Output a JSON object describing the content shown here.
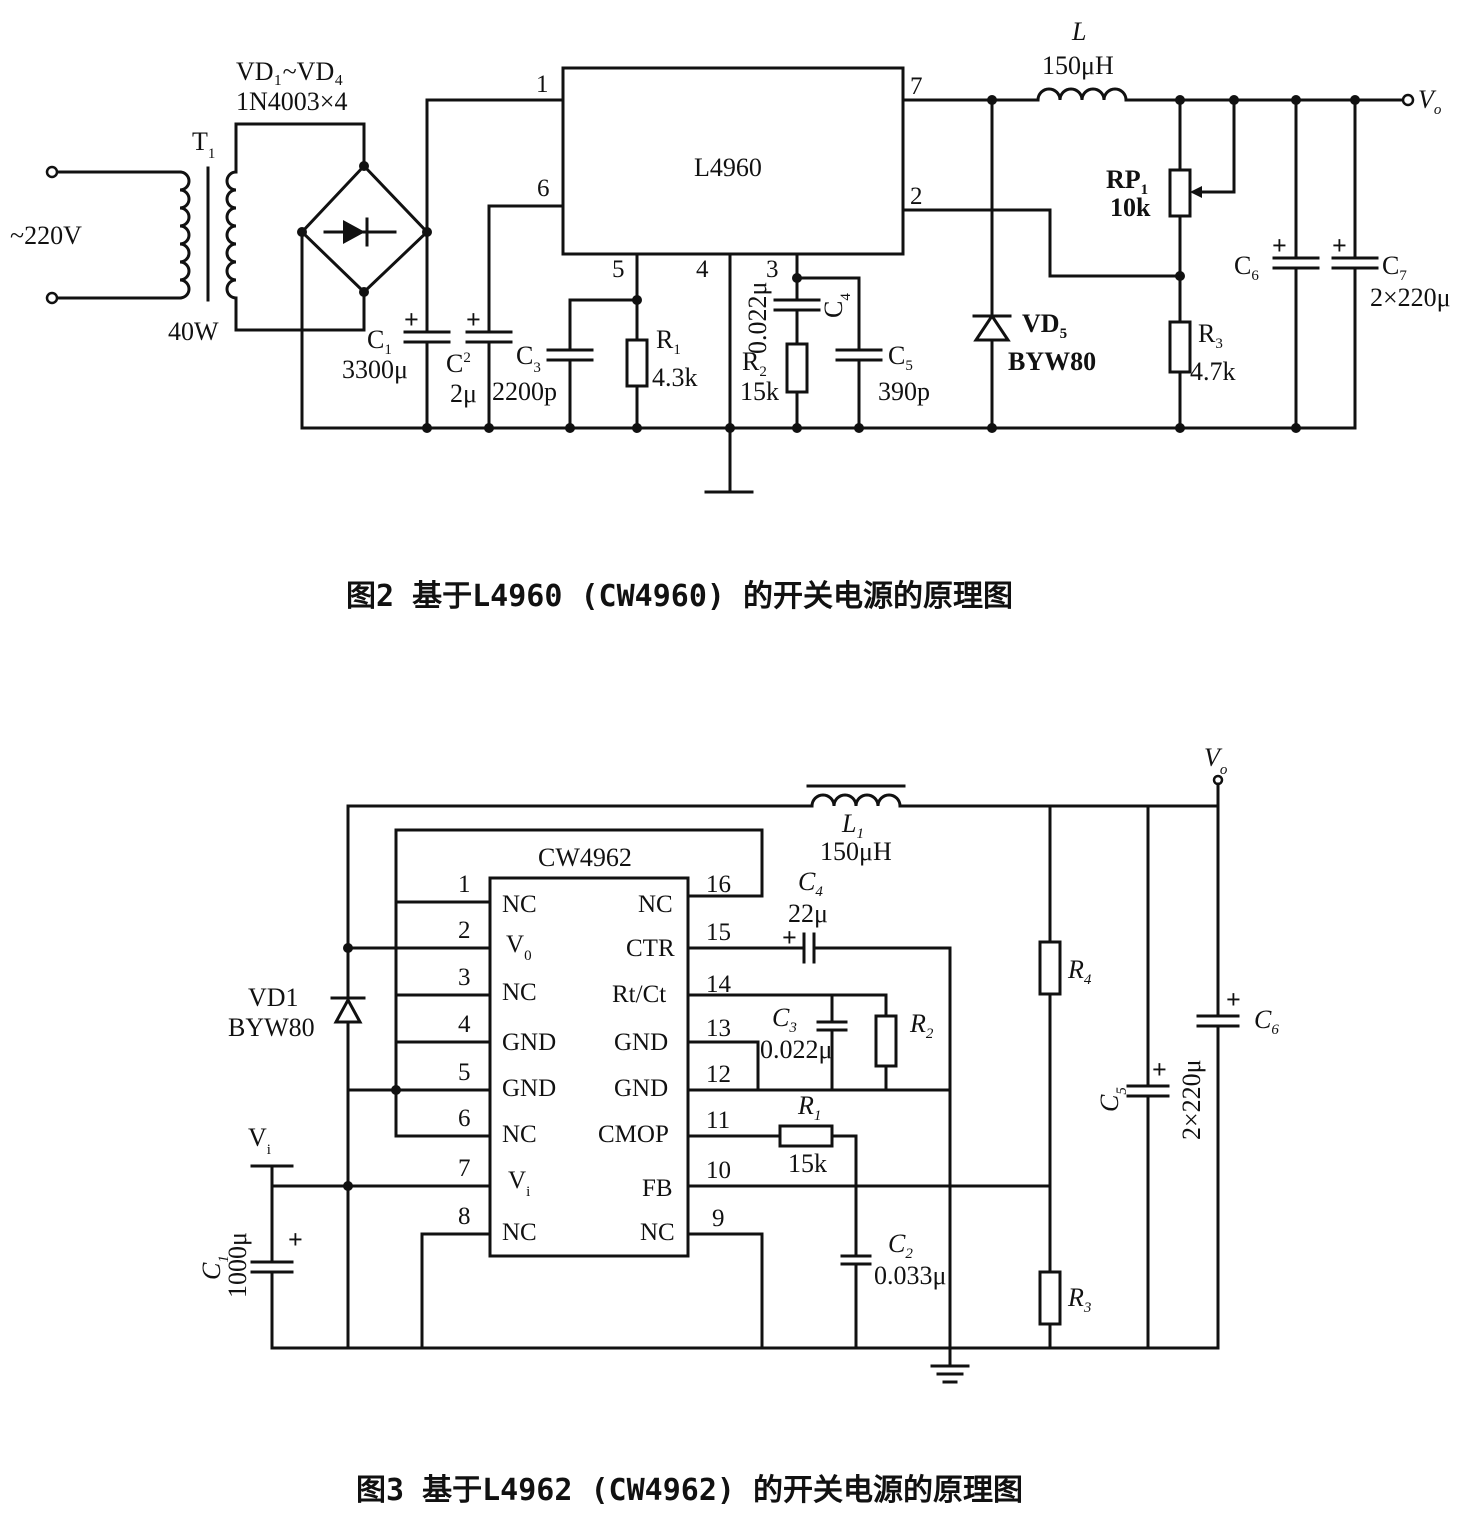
{
  "figure2": {
    "caption": "图2  基于L4960 (CW4960) 的开关电源的原理图",
    "ic_name": "L4960",
    "pins": [
      "1",
      "6",
      "5",
      "4",
      "3",
      "7",
      "2"
    ],
    "input_voltage": "~220V",
    "transformer": {
      "ref": "T",
      "ref_sub": "1",
      "power": "40W"
    },
    "bridge": {
      "ref": "VD₁~VD₄",
      "value": "1N4003×4"
    },
    "C1": {
      "ref": "C",
      "sub": "1",
      "value": "3300μ"
    },
    "C2": {
      "ref": "C",
      "sub": "2",
      "value": "2μ"
    },
    "C3": {
      "ref": "C",
      "sub": "3",
      "value": "2200p"
    },
    "R1": {
      "ref": "R",
      "sub": "1",
      "value": "4.3k"
    },
    "C4": {
      "ref": "C",
      "sub": "4",
      "value": "0.022μ"
    },
    "R2": {
      "ref": "R",
      "sub": "2",
      "value": "15k"
    },
    "C5": {
      "ref": "C",
      "sub": "5",
      "value": "390p"
    },
    "L": {
      "ref": "L",
      "value": "150μH"
    },
    "VD5": {
      "ref": "VD",
      "sub": "5",
      "value": "BYW80"
    },
    "RP1": {
      "ref": "RP",
      "sub": "1",
      "value": "10k"
    },
    "R3": {
      "ref": "R",
      "sub": "3",
      "value": "4.7k"
    },
    "C6": {
      "ref": "C",
      "sub": "6"
    },
    "C7": {
      "ref": "C",
      "sub": "7",
      "value": "2×220μ"
    },
    "output": {
      "ref": "V",
      "sub": "o"
    }
  },
  "figure3": {
    "caption": "图3  基于L4962 (CW4962) 的开关电源的原理图",
    "ic_name": "CW4962",
    "left_pins": [
      {
        "num": "1",
        "name": "NC"
      },
      {
        "num": "2",
        "name": "V",
        "sub": "0"
      },
      {
        "num": "3",
        "name": "NC"
      },
      {
        "num": "4",
        "name": "GND"
      },
      {
        "num": "5",
        "name": "GND"
      },
      {
        "num": "6",
        "name": "NC"
      },
      {
        "num": "7",
        "name": "V",
        "sub": "i"
      },
      {
        "num": "8",
        "name": "NC"
      }
    ],
    "right_pins": [
      {
        "num": "16",
        "name": "NC"
      },
      {
        "num": "15",
        "name": "CTR"
      },
      {
        "num": "14",
        "name": "Rt/Ct"
      },
      {
        "num": "13",
        "name": "GND"
      },
      {
        "num": "12",
        "name": "GND"
      },
      {
        "num": "11",
        "name": "CMOP"
      },
      {
        "num": "10",
        "name": "FB"
      },
      {
        "num": "9",
        "name": "NC"
      }
    ],
    "L1": {
      "ref": "L",
      "sub": "1",
      "value": "150μH"
    },
    "C4": {
      "ref": "C",
      "sub": "4",
      "value": "22μ"
    },
    "C3": {
      "ref": "C",
      "sub": "3",
      "value": "0.022μ"
    },
    "R2": {
      "ref": "R",
      "sub": "2"
    },
    "R1": {
      "ref": "R",
      "sub": "1",
      "value": "15k"
    },
    "C2": {
      "ref": "C",
      "sub": "2",
      "value": "0.033μ"
    },
    "VD1": {
      "ref": "VD1",
      "value": "BYW80"
    },
    "input": {
      "ref": "V",
      "sub": "i"
    },
    "C1": {
      "ref": "C",
      "sub": "1",
      "value": "1000μ"
    },
    "R4": {
      "ref": "R",
      "sub": "4"
    },
    "R3": {
      "ref": "R",
      "sub": "3"
    },
    "C5": {
      "ref": "C",
      "sub": "5"
    },
    "C6": {
      "ref": "C",
      "sub": "6",
      "value": "2×220μ"
    },
    "output": {
      "ref": "V",
      "sub": "o"
    }
  }
}
